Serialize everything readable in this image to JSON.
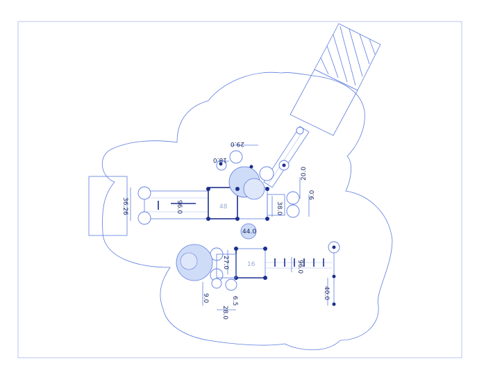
{
  "dimensions": {
    "d_29": "29.0",
    "d_18_0": "18.0",
    "d_36_26": "36.26",
    "d_96_0a": "96.0",
    "d_20_0": "20.0",
    "d_9_0a": "9.0",
    "d_38_0": "38.0",
    "d_44_0": "44.0",
    "d_27_0": "27.0",
    "d_96_0b": "96.0",
    "d_40_0": "40.0",
    "d_9_0b": "9.0",
    "d_6_5": "6.5",
    "d_28_0": "28.0"
  },
  "deck_labels": {
    "upper": "48",
    "lower": "16"
  },
  "colors": {
    "outline": "#5b7be0",
    "post": "#1b2f8c",
    "shade": "#cfdcf7",
    "text": "#1a2a66"
  }
}
